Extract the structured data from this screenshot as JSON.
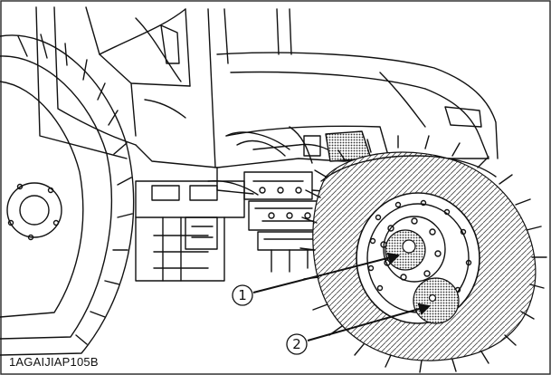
{
  "figure": {
    "caption": "1AGAIJIAP105B",
    "callouts": [
      {
        "id": "1",
        "label": "1"
      },
      {
        "id": "2",
        "label": "2"
      }
    ],
    "colors": {
      "line": "#111111",
      "frame": "#333333",
      "hatch": "#555555",
      "background": "#ffffff"
    }
  }
}
